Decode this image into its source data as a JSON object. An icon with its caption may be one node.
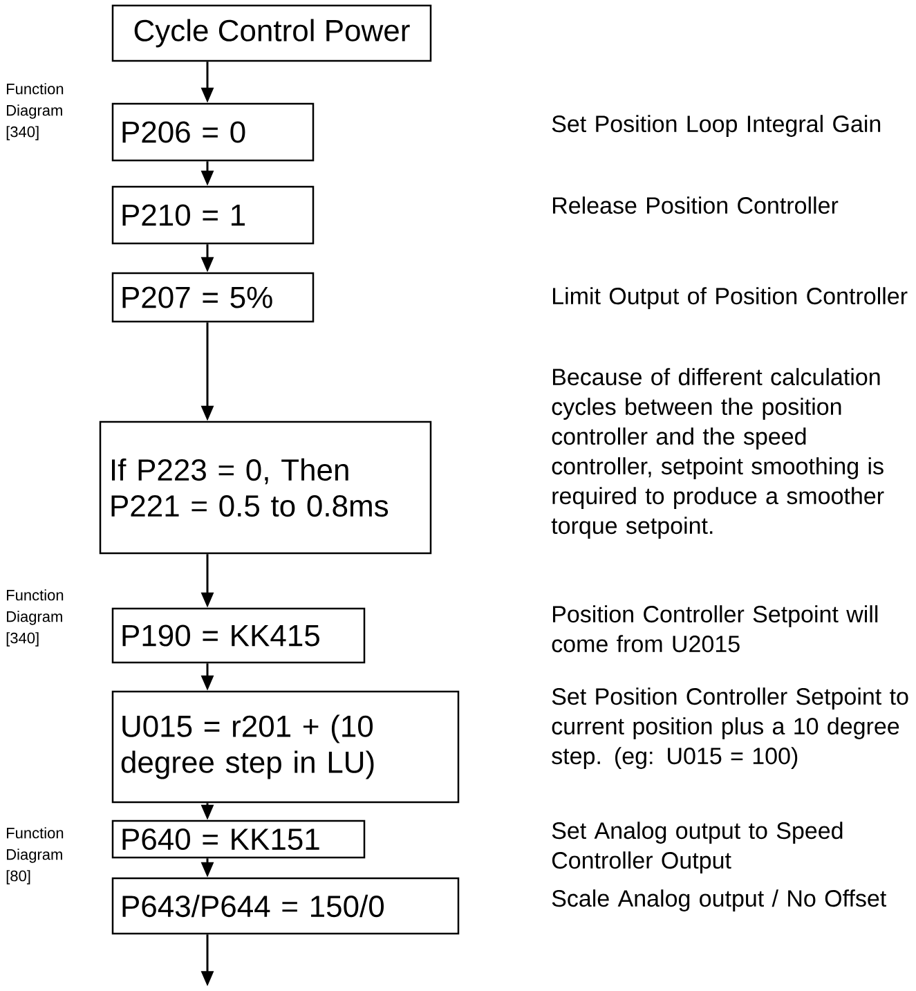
{
  "diagram": {
    "nodes": [
      {
        "text": [
          "Cycle Control Power"
        ]
      },
      {
        "text": [
          "P206 = 0"
        ],
        "beside": [
          "Function Diagram [340]"
        ]
      },
      {
        "text": [
          "P210 = 1"
        ]
      },
      {
        "text": [
          "P207 = 5%"
        ]
      },
      {
        "text": [
          "If P223 = 0, Then P221 = 0.5 to 0.8ms"
        ]
      },
      {
        "text": [
          "P190 = KK415"
        ],
        "beside": [
          "Function Diagram [340]"
        ]
      },
      {
        "text": [
          "U015 = r201 + (10 degree step in LU)"
        ]
      },
      {
        "text": [
          "P640 = KK151"
        ],
        "beside": [
          "Function Diagram [80]"
        ]
      },
      {
        "text": [
          "P643/P644 = 150/0"
        ]
      }
    ],
    "edges": [
      {
        "from": 0,
        "to": 1,
        "arrow": "to"
      },
      {
        "from": 1,
        "to": 2,
        "arrow": "to"
      },
      {
        "from": 2,
        "to": 3,
        "arrow": "to"
      },
      {
        "from": 3,
        "to": 4,
        "arrow": "to"
      },
      {
        "from": 4,
        "to": 5,
        "arrow": "to"
      },
      {
        "from": 5,
        "to": 6,
        "arrow": "to"
      },
      {
        "from": 6,
        "to": 7,
        "arrow": "to"
      },
      {
        "from": 7,
        "to": 8,
        "arrow": "to"
      },
      {
        "from": 8,
        "to": null,
        "arrow": "to"
      }
    ],
    "labels": [
      "Set Position Loop Integral Gain",
      "Release Position Controller",
      "Limit Output of Position Controller",
      "Because of different calculation cycles between the position controller and the speed controller, setpoint smoothing is required to produce a smoother torque setpoint.",
      "Position Controller Setpoint will come from U2015",
      "Set Position Controller Setpoint to current position plus a 10 degree step. (eg: U015 = 100)",
      "Set Analog output to Speed Controller Output",
      "Scale Analog output / No Offset"
    ]
  }
}
